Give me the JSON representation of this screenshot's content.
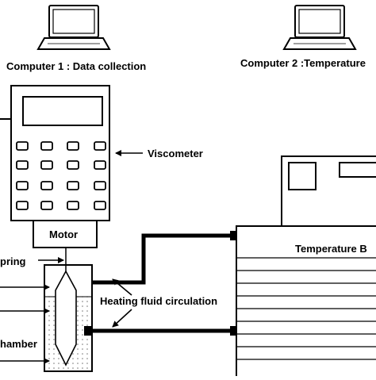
{
  "labels": {
    "computer1": "Computer 1 : Data collection",
    "computer2": "Computer 2 :Temperature",
    "viscometer": "Viscometer",
    "motor": "Motor",
    "spring": "pring",
    "heating": "Heating fluid circulation",
    "chamber": "hamber",
    "bath": "Temperature B"
  },
  "colors": {
    "line": "#000000",
    "fluid_fill": "#ececec",
    "background": "#ffffff"
  },
  "icons": {
    "computer": "laptop-icon",
    "arrow": "arrow-icon"
  }
}
